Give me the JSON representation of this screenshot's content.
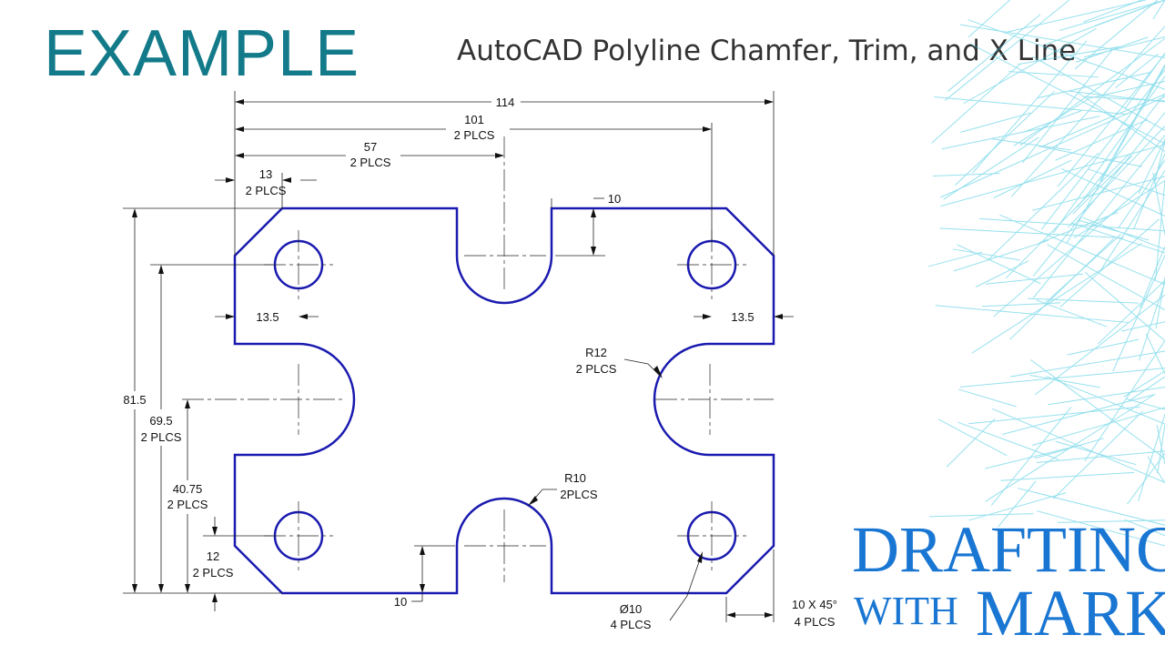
{
  "slide": {
    "title": "EXAMPLE",
    "subtitle": "AutoCAD Polyline Chamfer, Trim, and X Line"
  },
  "brand": {
    "line1": "DRAFTING",
    "with": "WITH",
    "mark": "MARK"
  },
  "colors": {
    "title": "#137a8a",
    "outline": "#1a1ab0",
    "brand": "#1976d2",
    "wireframe": "#40c8e0"
  },
  "dimensions": {
    "overall_width": "114",
    "hole_span": "101",
    "hole_span_note": "2 PLCS",
    "center_width": "57",
    "center_width_note": "2 PLCS",
    "chamfer_offset": "13",
    "chamfer_offset_note": "2 PLCS",
    "slot_depth_top": "10",
    "hole_inset_left": "13.5",
    "hole_inset_right": "13.5",
    "side_radius": "R12",
    "side_radius_note": "2 PLCS",
    "overall_height": "81.5",
    "hole_height": "69.5",
    "hole_height_note": "2 PLCS",
    "center_height": "40.75",
    "center_height_note": "2 PLCS",
    "hole_bottom": "12",
    "hole_bottom_note": "2 PLCS",
    "slot_radius": "R10",
    "slot_radius_note": "2PLCS",
    "slot_depth_bottom": "10",
    "hole_diameter": "Ø10",
    "hole_diameter_note": "4 PLCS",
    "chamfer": "10 X 45°",
    "chamfer_note": "4 PLCS"
  }
}
